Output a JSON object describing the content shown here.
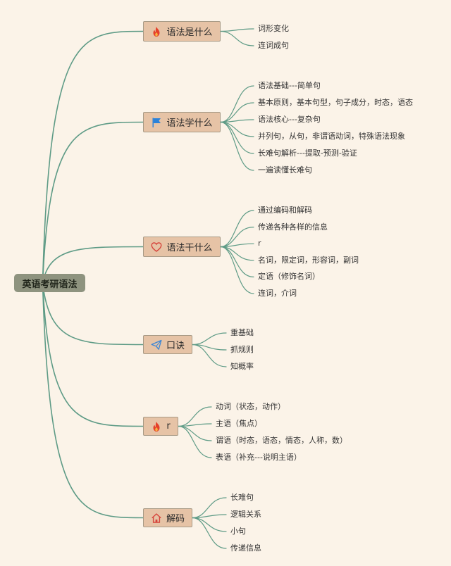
{
  "root": {
    "label": "英语考研语法"
  },
  "branches": [
    {
      "label": "语法是什么",
      "icon": "fire-icon",
      "children": [
        "词形变化",
        "连词成句"
      ]
    },
    {
      "label": "语法学什么",
      "icon": "flag-icon",
      "children": [
        "语法基础---简单句",
        "基本原则，基本句型，句子成分，时态，语态",
        "语法核心---复杂句",
        "并列句，从句，非谓语动词，特殊语法现象",
        "长难句解析---提取-预测-验证",
        "一遍读懂长难句"
      ]
    },
    {
      "label": "语法干什么",
      "icon": "heart-icon",
      "children": [
        "通过编码和解码",
        "传递各种各样的信息",
        "r",
        "名词，限定词，形容词，副词",
        "定语（修饰名词）",
        "连词，介词"
      ]
    },
    {
      "label": "口诀",
      "icon": "paper-plane-icon",
      "children": [
        "重基础",
        "抓规则",
        "知概率"
      ]
    },
    {
      "label": "r",
      "icon": "fire-icon",
      "children": [
        "动词（状态，动作）",
        "主语（焦点）",
        "谓语（时态，语态，情态，人称，数）",
        "表语（补充---说明主语）"
      ]
    },
    {
      "label": "解码",
      "icon": "home-icon",
      "children": [
        "长难句",
        "逻辑关系",
        "小句",
        "传递信息"
      ]
    }
  ],
  "colors": {
    "background": "#fbf3e8",
    "line": "#5e9b86",
    "branch_fill": "#e6c3a6",
    "root_fill": "#8e937f",
    "fire": "#e5412b",
    "flag": "#2b82d9",
    "heart": "#d6453c",
    "plane": "#3b86d6",
    "home": "#d6453c"
  }
}
